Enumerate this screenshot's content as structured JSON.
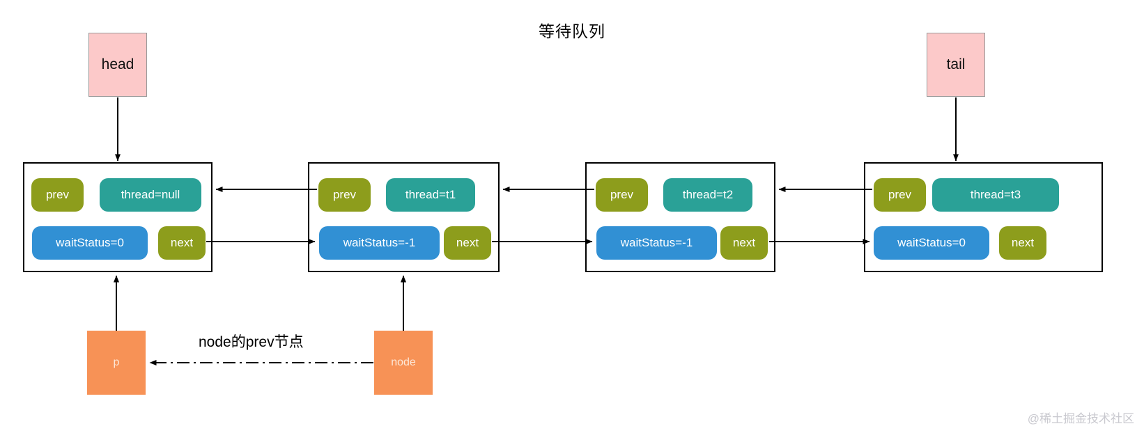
{
  "title": "等待队列",
  "pointers": {
    "head": "head",
    "tail": "tail"
  },
  "field_labels": {
    "prev": "prev",
    "next": "next"
  },
  "nodes": [
    {
      "prev": "prev",
      "thread": "thread=null",
      "waitStatus": "waitStatus=0",
      "next": "next"
    },
    {
      "prev": "prev",
      "thread": "thread=t1",
      "waitStatus": "waitStatus=-1",
      "next": "next"
    },
    {
      "prev": "prev",
      "thread": "thread=t2",
      "waitStatus": "waitStatus=-1",
      "next": "next"
    },
    {
      "prev": "prev",
      "thread": "thread=t3",
      "waitStatus": "waitStatus=0",
      "next": "next"
    }
  ],
  "variables": {
    "p": "p",
    "node": "node"
  },
  "annotations": {
    "prev_relation": "node的prev节点"
  },
  "watermark": "@稀土掘金技术社区",
  "colors": {
    "pointer_box_fill": "#fcc9c9",
    "pointer_box_border": "#999999",
    "node_border": "#000000",
    "field_olive": "#8d9d1c",
    "field_teal": "#2aa197",
    "field_blue": "#3190d4",
    "variable_orange": "#f79256",
    "arrow": "#000000",
    "watermark": "#c9c9cf"
  }
}
